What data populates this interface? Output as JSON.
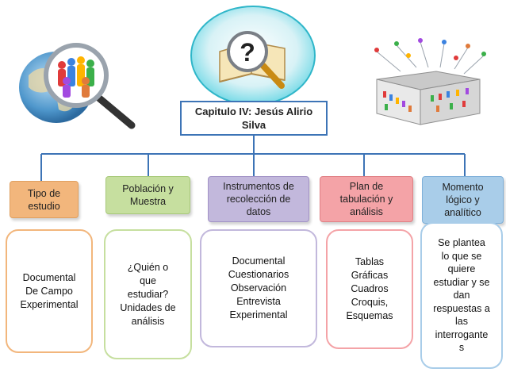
{
  "title": "Capitulo IV: Jesús Alirio Silva",
  "colors": {
    "connector": "#3d74b6",
    "orange": "#f2b67c",
    "green": "#c6df9f",
    "lavender": "#c2b8dc",
    "pink": "#f4a3a7",
    "blue": "#a9cde9"
  },
  "categories": [
    {
      "label": "Tipo de estudio",
      "detail": "Documental\nDe Campo\nExperimental"
    },
    {
      "label": "Población y Muestra",
      "detail": "¿Quién o\nque\nestudiar?\nUnidades de\nanálisis"
    },
    {
      "label": "Instrumentos de recolección de datos",
      "detail": "Documental\nCuestionarios\nObservación\nEntrevista\nExperimental"
    },
    {
      "label": "Plan de tabulación y análisis",
      "detail": "Tablas\nGráficas\nCuadros\nCroquis,\nEsquemas"
    },
    {
      "label": "Momento lógico y analítico",
      "detail": "Se plantea\nlo que se\nquiere\nestudiar y se\ndan\nrespuestas a\nlas\ninterrogante\ns"
    }
  ],
  "icons": [
    "globe-magnifier-people-icon",
    "book-question-magnifier-icon",
    "box-people-network-icon"
  ]
}
